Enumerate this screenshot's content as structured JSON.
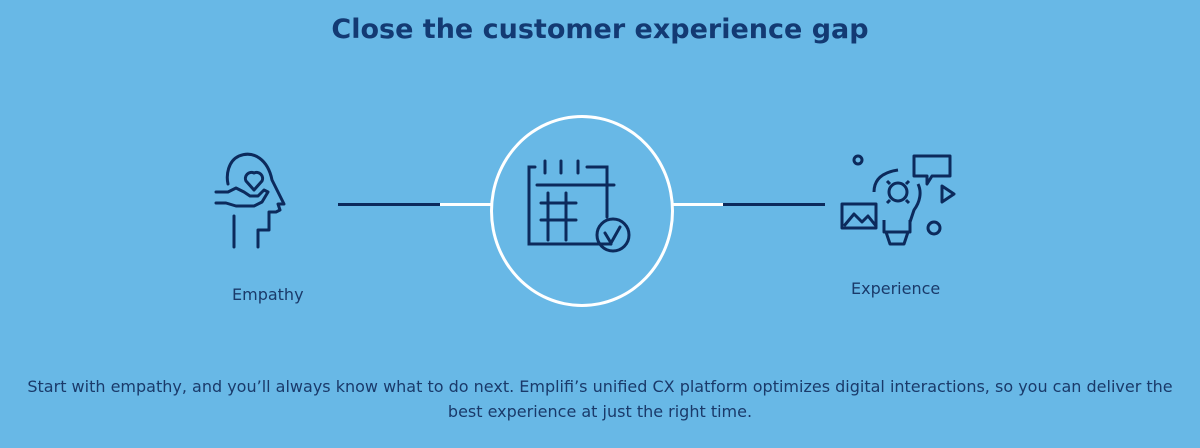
{
  "header": {
    "title": "Close the customer experience gap"
  },
  "steps": [
    {
      "label": "Empathy",
      "icon": "hand-heart-head-icon"
    },
    {
      "label": "Experience",
      "icon": "lightbulb-media-icon"
    }
  ],
  "center": {
    "icon": "calendar-check-icon"
  },
  "description": "Start with empathy, and you’ll always know what to do next. Emplifi’s unified CX platform  optimizes digital interactions, so you can deliver the best experience at just the right time.",
  "colors": {
    "background": "#68b8e6",
    "navy": "#0c2a5c",
    "white": "#ffffff"
  }
}
